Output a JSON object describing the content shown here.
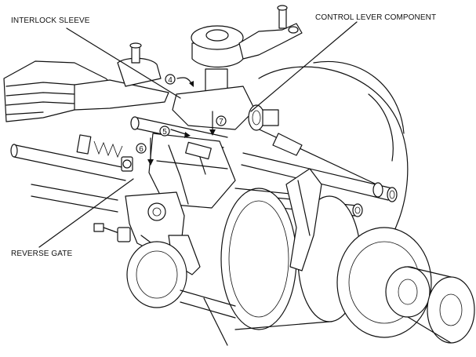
{
  "labels": {
    "interlock_sleeve": "INTERLOCK SLEEVE",
    "control_lever_component": "CONTROL LEVER COMPONENT",
    "reverse_gate": "REVERSE GATE"
  },
  "steps": [
    "4",
    "5",
    "6",
    "7"
  ]
}
